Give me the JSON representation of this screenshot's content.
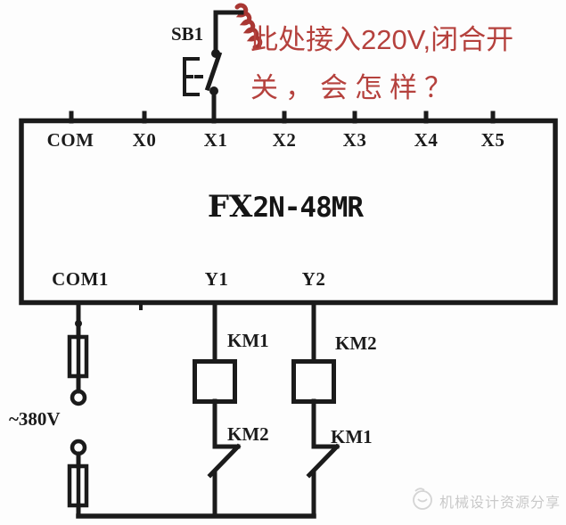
{
  "annotation": {
    "line1": "此处接入220V,闭合开",
    "line2": "关，会怎样？",
    "color": "#b5413d"
  },
  "switch": {
    "label": "SB1"
  },
  "plc": {
    "model_prefix": "FX",
    "model_suffix": "2N-48MR",
    "top_terminals": [
      "COM",
      "X0",
      "X1",
      "X2",
      "X3",
      "X4",
      "X5"
    ],
    "bottom_terminals": [
      "COM1",
      "Y1",
      "Y2"
    ]
  },
  "power": {
    "label": "~380V"
  },
  "contactors": {
    "coil_left_label": "KM1",
    "coil_right_label": "KM2",
    "nc_left_label": "KM2",
    "nc_right_label": "KM1"
  },
  "watermark": {
    "text": "机械设计资源分享"
  },
  "colors": {
    "line_black": "#1b1b1b",
    "annotation_red": "#b5413d",
    "watermark_gray": "#c9c9c9"
  }
}
